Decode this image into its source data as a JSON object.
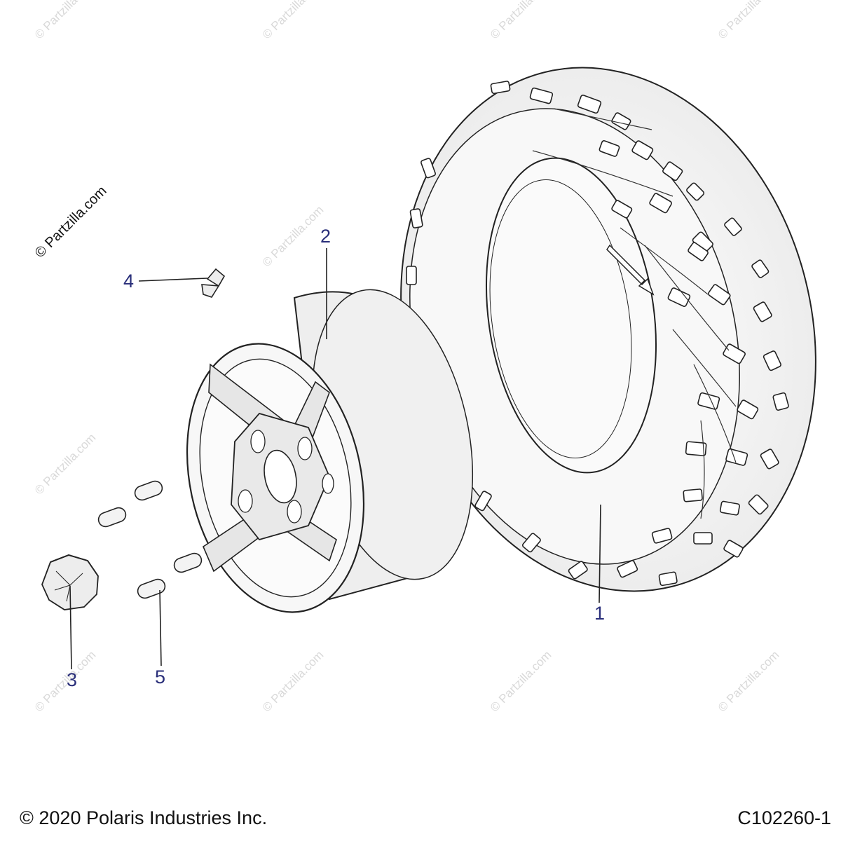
{
  "watermark": {
    "main": "© Partzilla.com",
    "faint": "© Partzilla.com"
  },
  "callouts": [
    {
      "id": "1",
      "label": "1"
    },
    {
      "id": "2",
      "label": "2"
    },
    {
      "id": "3",
      "label": "3"
    },
    {
      "id": "4",
      "label": "4"
    },
    {
      "id": "5",
      "label": "5"
    }
  ],
  "footer": {
    "copyright": "© 2020 Polaris Industries Inc.",
    "diagram_id": "C102260-1"
  },
  "colors": {
    "callout": "#2a2f7a",
    "line": "#222222",
    "part_fill": "#f2f2f2",
    "part_shade": "#dcdcdc"
  },
  "icons": [
    "tire-icon",
    "wheel-rim-icon",
    "lug-nut-icon",
    "valve-stem-icon",
    "lug-stud-icon"
  ]
}
